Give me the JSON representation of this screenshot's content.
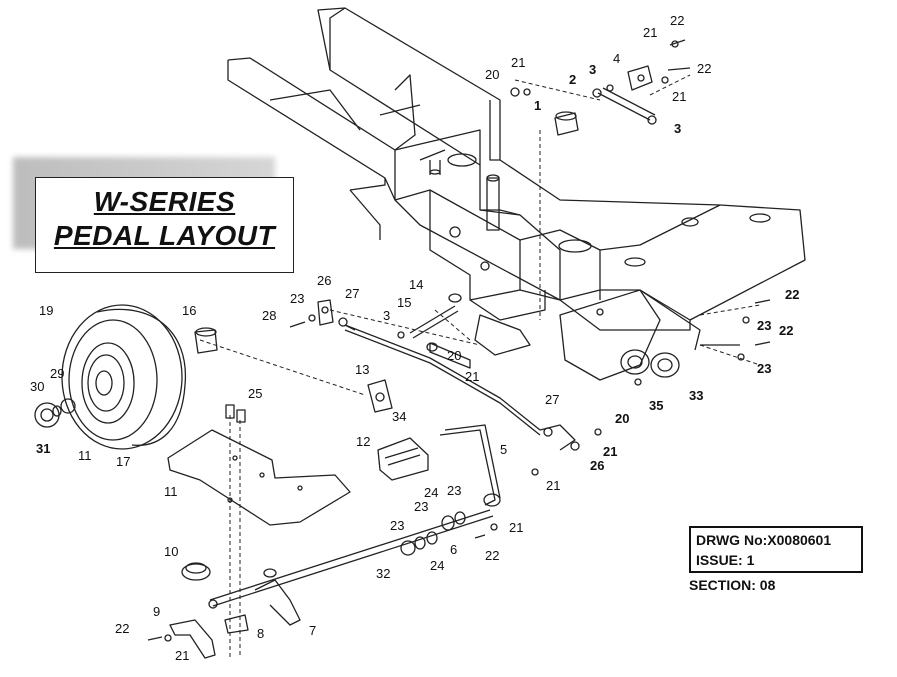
{
  "title": {
    "line1": "W-SERIES",
    "line2": "PEDAL LAYOUT"
  },
  "drawing_info": {
    "drwg_no": "DRWG No:X0080601",
    "issue": "ISSUE: 1",
    "section": "SECTION: 08"
  },
  "callouts": [
    {
      "id": "c1",
      "text": "1",
      "bold": true
    },
    {
      "id": "c2",
      "text": "2",
      "bold": true
    },
    {
      "id": "c3a",
      "text": "3",
      "bold": true
    },
    {
      "id": "c3b",
      "text": "3",
      "bold": true
    },
    {
      "id": "c3c",
      "text": "3",
      "bold": false
    },
    {
      "id": "c4",
      "text": "4",
      "bold": false
    },
    {
      "id": "c5",
      "text": "5",
      "bold": false
    },
    {
      "id": "c6",
      "text": "6",
      "bold": false
    },
    {
      "id": "c7",
      "text": "7",
      "bold": false
    },
    {
      "id": "c8",
      "text": "8",
      "bold": false
    },
    {
      "id": "c9",
      "text": "9",
      "bold": false
    },
    {
      "id": "c10",
      "text": "10",
      "bold": false
    },
    {
      "id": "c11a",
      "text": "11",
      "bold": false
    },
    {
      "id": "c11b",
      "text": "11",
      "bold": false
    },
    {
      "id": "c12",
      "text": "12",
      "bold": false
    },
    {
      "id": "c13",
      "text": "13",
      "bold": false
    },
    {
      "id": "c14",
      "text": "14",
      "bold": false
    },
    {
      "id": "c15",
      "text": "15",
      "bold": false
    },
    {
      "id": "c16",
      "text": "16",
      "bold": false
    },
    {
      "id": "c17",
      "text": "17",
      "bold": false
    },
    {
      "id": "c19",
      "text": "19",
      "bold": false
    },
    {
      "id": "c20a",
      "text": "20",
      "bold": false
    },
    {
      "id": "c20b",
      "text": "20",
      "bold": false
    },
    {
      "id": "c20c",
      "text": "20",
      "bold": true
    },
    {
      "id": "c21a",
      "text": "21",
      "bold": false
    },
    {
      "id": "c21b",
      "text": "21",
      "bold": false
    },
    {
      "id": "c21c",
      "text": "21",
      "bold": false
    },
    {
      "id": "c21d",
      "text": "21",
      "bold": false
    },
    {
      "id": "c21e",
      "text": "21",
      "bold": true
    },
    {
      "id": "c21f",
      "text": "21",
      "bold": false
    },
    {
      "id": "c21g",
      "text": "21",
      "bold": false
    },
    {
      "id": "c21h",
      "text": "21",
      "bold": false
    },
    {
      "id": "c22a",
      "text": "22",
      "bold": false
    },
    {
      "id": "c22b",
      "text": "22",
      "bold": false
    },
    {
      "id": "c22c",
      "text": "22",
      "bold": true
    },
    {
      "id": "c22d",
      "text": "22",
      "bold": true
    },
    {
      "id": "c22e",
      "text": "22",
      "bold": false
    },
    {
      "id": "c22f",
      "text": "22",
      "bold": false
    },
    {
      "id": "c23a",
      "text": "23",
      "bold": false
    },
    {
      "id": "c23b",
      "text": "23",
      "bold": true
    },
    {
      "id": "c23c",
      "text": "23",
      "bold": true
    },
    {
      "id": "c23d",
      "text": "23",
      "bold": false
    },
    {
      "id": "c23e",
      "text": "23",
      "bold": false
    },
    {
      "id": "c23f",
      "text": "23",
      "bold": false
    },
    {
      "id": "c24a",
      "text": "24",
      "bold": false
    },
    {
      "id": "c24b",
      "text": "24",
      "bold": false
    },
    {
      "id": "c25",
      "text": "25",
      "bold": false
    },
    {
      "id": "c26a",
      "text": "26",
      "bold": false
    },
    {
      "id": "c26b",
      "text": "26",
      "bold": true
    },
    {
      "id": "c27a",
      "text": "27",
      "bold": false
    },
    {
      "id": "c27b",
      "text": "27",
      "bold": false
    },
    {
      "id": "c28",
      "text": "28",
      "bold": false
    },
    {
      "id": "c29",
      "text": "29",
      "bold": false
    },
    {
      "id": "c30",
      "text": "30",
      "bold": false
    },
    {
      "id": "c31",
      "text": "31",
      "bold": true
    },
    {
      "id": "c32",
      "text": "32",
      "bold": false
    },
    {
      "id": "c33",
      "text": "33",
      "bold": true
    },
    {
      "id": "c34",
      "text": "34",
      "bold": false
    },
    {
      "id": "c35",
      "text": "35",
      "bold": true
    }
  ]
}
